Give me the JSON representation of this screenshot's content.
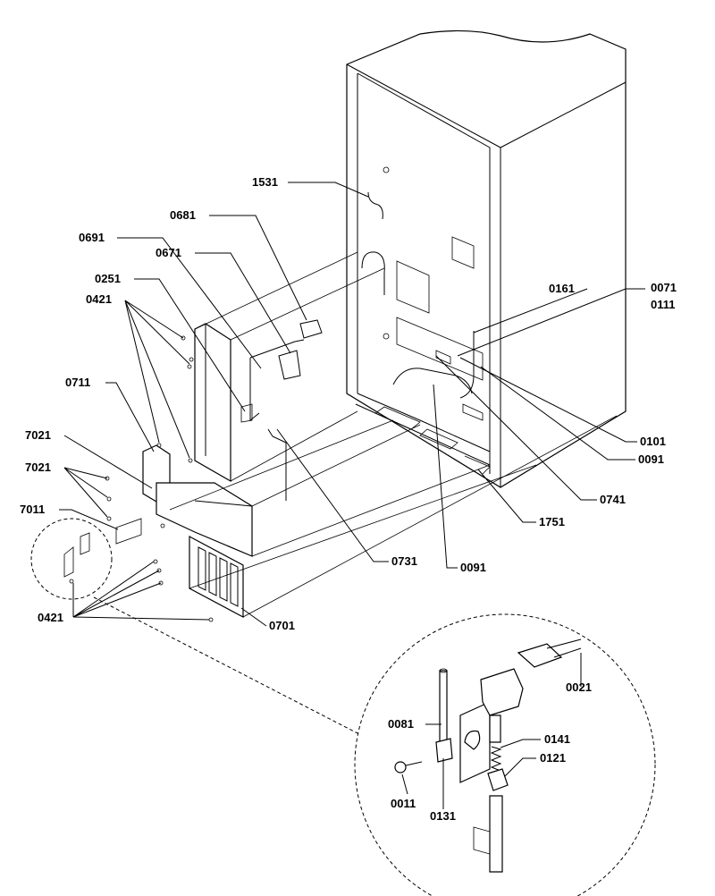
{
  "labels": {
    "l1531": "1531",
    "l0681": "0681",
    "l0691": "0691",
    "l0671": "0671",
    "l0251": "0251",
    "l0421a": "0421",
    "l0161": "0161",
    "l0071": "0071",
    "l0111": "0111",
    "l0711": "0711",
    "l7021a": "7021",
    "l7021b": "7021",
    "l7011": "7011",
    "l0101": "0101",
    "l0091a": "0091",
    "l0741": "0741",
    "l1751": "1751",
    "l0731": "0731",
    "l0091b": "0091",
    "l0421b": "0421",
    "l0701": "0701",
    "l0021": "0021",
    "l0081": "0081",
    "l0141": "0141",
    "l0121": "0121",
    "l0011": "0011",
    "l0131": "0131"
  }
}
